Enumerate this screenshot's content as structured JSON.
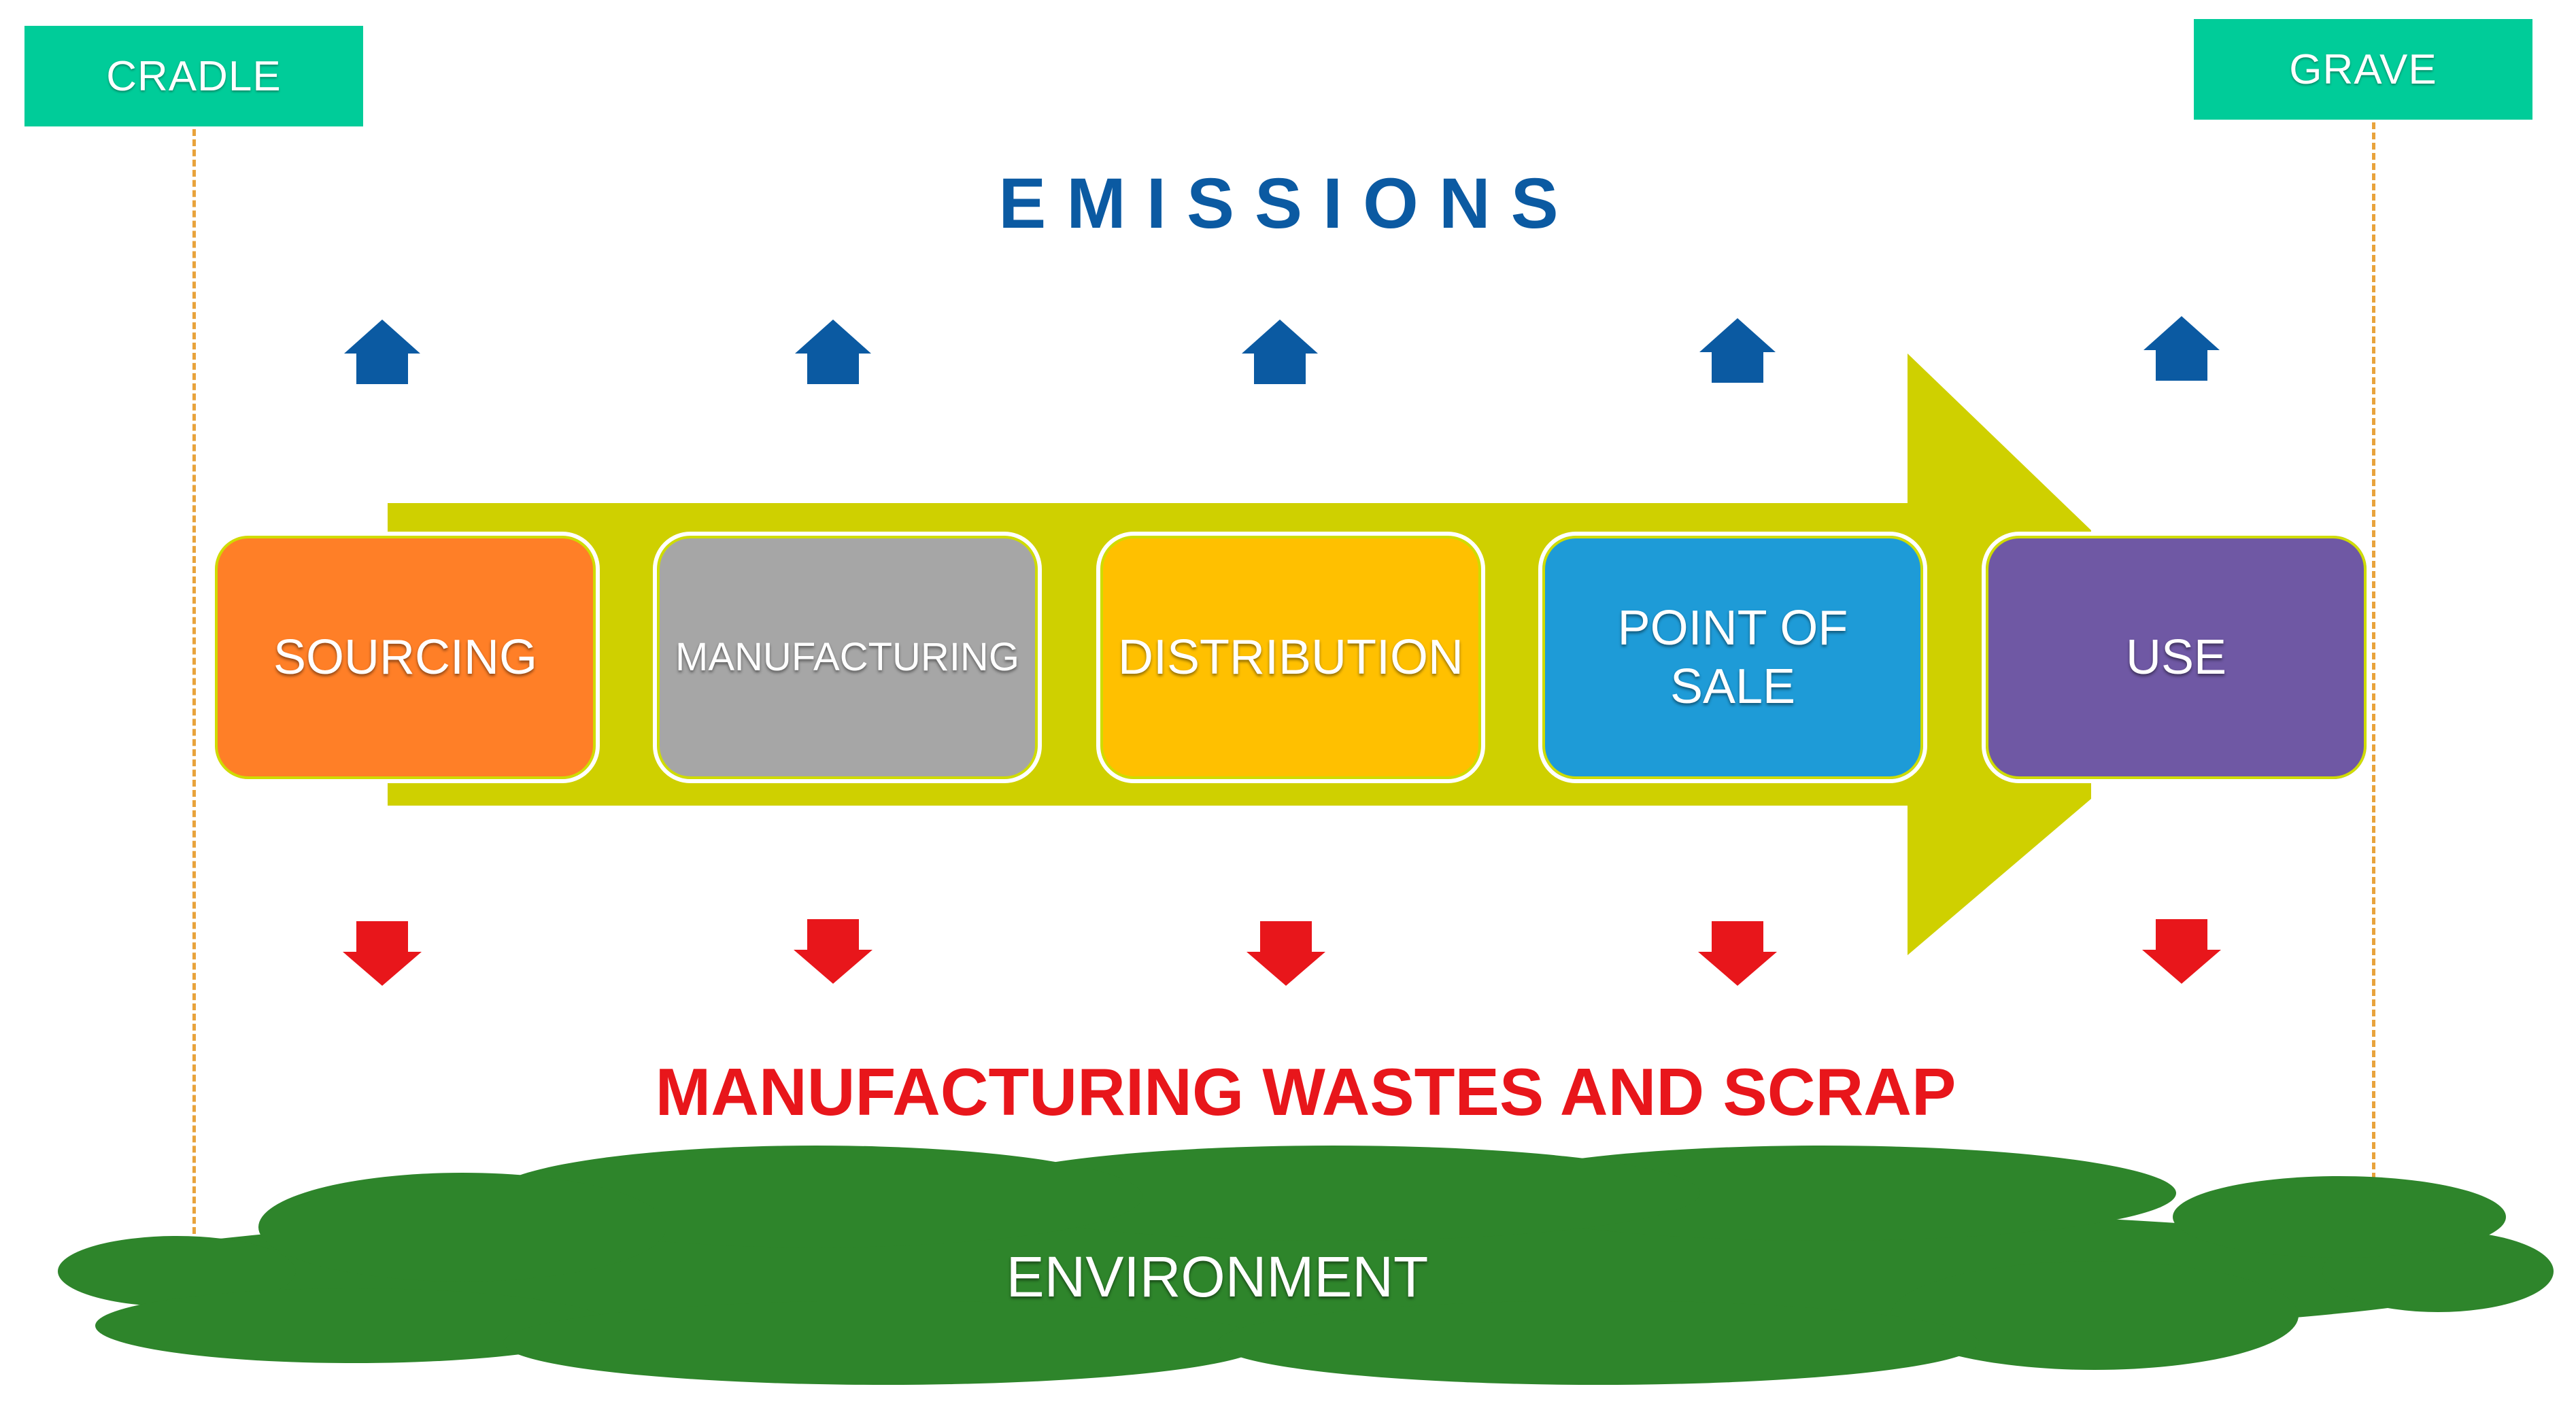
{
  "labels": {
    "cradle": "CRADLE",
    "grave": "GRAVE",
    "emissions": "EMISSIONS",
    "wastes": "MANUFACTURING WASTES AND SCRAP",
    "environment": "ENVIRONMENT"
  },
  "stages": [
    {
      "label": "SOURCING",
      "color": "#ff7f27"
    },
    {
      "label": "MANUFACTURING",
      "color": "#a6a6a6"
    },
    {
      "label": "DISTRIBUTION",
      "color": "#ffc000"
    },
    {
      "label": "POINT OF SALE",
      "color": "#1e9bd7"
    },
    {
      "label": "USE",
      "color": "#6f58a4"
    }
  ],
  "colors": {
    "tag": "#00cc99",
    "flow_arrow": "#cfd000",
    "emission_arrow": "#0b5aa2",
    "waste_arrow": "#e8161b",
    "environment": "#2e852b"
  }
}
